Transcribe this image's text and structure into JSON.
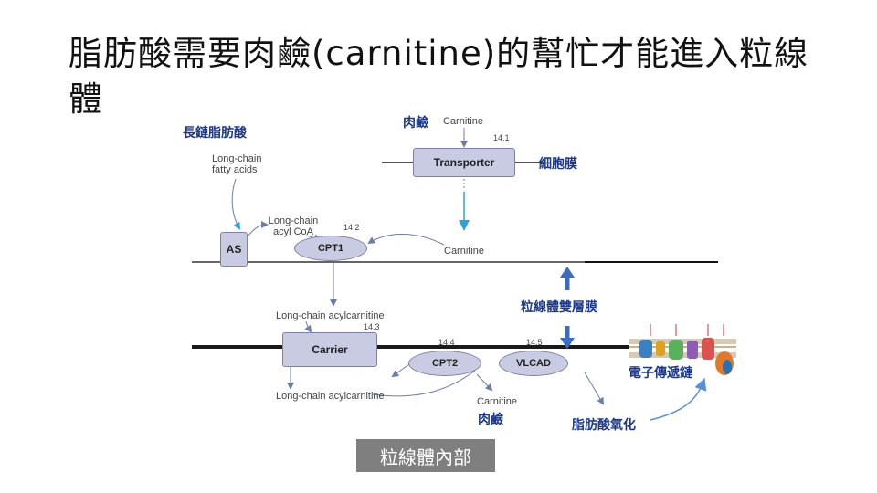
{
  "title": "脂肪酸需要肉鹼(carnitine)的幫忙才能進入粒線體",
  "annotations": {
    "long_chain_fatty_acid": "長鏈脂肪酸",
    "carnitine_top": "肉鹼",
    "cell_membrane": "細胞膜",
    "mito_double_membrane": "粒線體雙層膜",
    "electron_transport_chain": "電子傳遞鏈",
    "carnitine_bottom": "肉鹼",
    "fatty_acid_oxidation": "脂肪酸氧化",
    "mito_interior": "粒線體內部"
  },
  "figure": {
    "carnitine_in": "Carnitine",
    "num_141": "14.1",
    "transporter": "Transporter",
    "long_chain_fatty_acids": "Long-chain fatty acids",
    "long_chain_acyl_coa": "Long-chain acyl CoA",
    "num_142": "14.2",
    "as": "AS",
    "cpt1": "CPT1",
    "carnitine_mid": "Carnitine",
    "long_chain_acylcarnitine_1": "Long-chain acylcarnitine",
    "num_143": "14.3",
    "carrier": "Carrier",
    "num_144": "14.4",
    "num_145": "14.5",
    "cpt2": "CPT2",
    "vlcad": "VLCAD",
    "long_chain_acylcarnitine_2": "Long-chain acylcarnitine",
    "carnitine_out": "Carnitine"
  },
  "colors": {
    "membrane": "#1a1a1a",
    "arrow_grey": "#6c7fa6",
    "arrow_blue": "#2aa3e0",
    "pointer_blue": "#3d6bbf",
    "etc_arrow": "#5b8fd6"
  }
}
